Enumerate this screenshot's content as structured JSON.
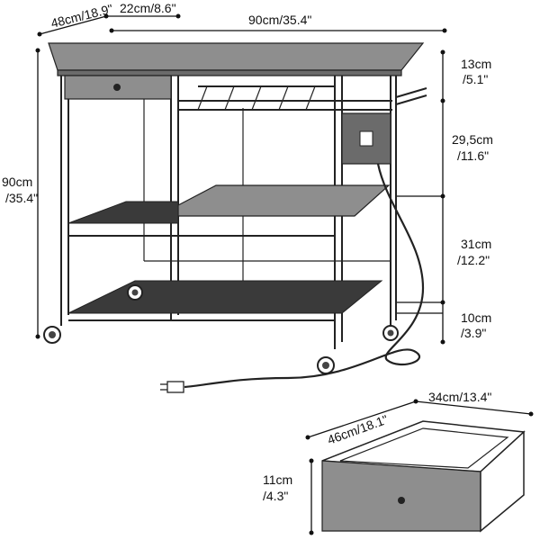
{
  "colors": {
    "line": "#111111",
    "wood": "#8e8e8e",
    "wood_dark": "#6b6b6b",
    "mesh": "#3a3a3a",
    "background": "#ffffff"
  },
  "dimensions": {
    "depth": "48cm/18.9\"",
    "side_depth": "22cm/8.6\"",
    "width": "90cm/35.4\"",
    "height_cm": "90cm",
    "height_in": "/35.4\"",
    "top_gap_cm": "13cm",
    "top_gap_in": "/5.1\"",
    "upper_gap_cm": "29,5cm",
    "upper_gap_in": "/11.6\"",
    "middle_gap_cm": "31cm",
    "middle_gap_in": "/12.2\"",
    "bottom_gap_cm": "10cm",
    "bottom_gap_in": "/3.9\"",
    "drawer_depth": "46cm/18.1\"",
    "drawer_width": "34cm/13.4\"",
    "drawer_height_cm": "11cm",
    "drawer_height_in": "/4.3\""
  }
}
